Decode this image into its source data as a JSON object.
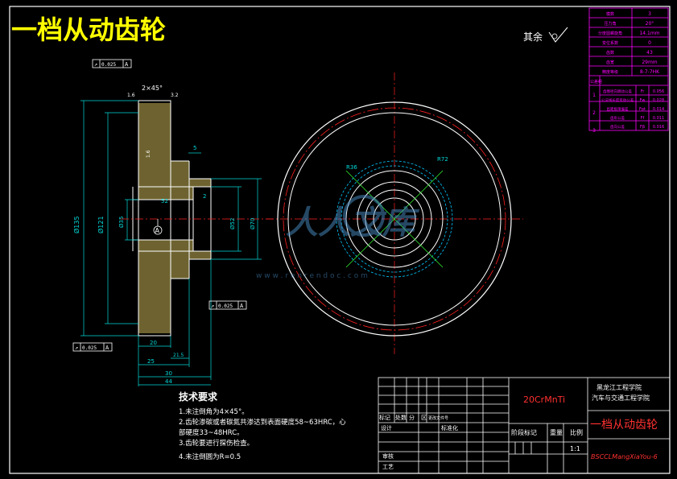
{
  "title": "一档从动齿轮",
  "surface_finish_note": "其余",
  "colors": {
    "background": "#000000",
    "frame": "#ffffff",
    "title": "#ffff00",
    "section": "#c8b458",
    "dimension": "#00d8d8",
    "param_table": "#ff00ff",
    "centerline": "#ff2020",
    "red_text": "#ff3030",
    "green": "#33ff33",
    "cyan_circle": "#00c8ff"
  },
  "params": {
    "rows": [
      {
        "label": "模数",
        "value": "3"
      },
      {
        "label": "压力角",
        "value": "20°"
      },
      {
        "label": "分度圆螺旋角",
        "value": "14.1mm"
      },
      {
        "label": "变位系数",
        "value": "0"
      },
      {
        "label": "齿数",
        "value": "43"
      },
      {
        "label": "齿宽",
        "value": "29mm"
      },
      {
        "label": "精度等级",
        "value": "8-7-7HK"
      }
    ],
    "inspection_header": "公差组",
    "inspection": [
      {
        "group": "1",
        "item": "齿圈径向跳动公差",
        "sym": "Fr",
        "value": "0.056"
      },
      {
        "group": "",
        "item": "公法线长度变动公差",
        "sym": "Fw",
        "value": "0.028"
      },
      {
        "group": "2",
        "item": "齿距极限偏差",
        "sym": "Fpt",
        "value": "0.014"
      },
      {
        "group": "",
        "item": "齿形公差",
        "sym": "Ff",
        "value": "0.011"
      },
      {
        "group": "3",
        "item": "齿向公差",
        "sym": "Fβ",
        "value": "0.016"
      }
    ]
  },
  "dims": {
    "tol_top": "0.025",
    "tol_right": "0.025",
    "tol_bottom": "0.025",
    "datum": "A",
    "chamfer": "2×45°",
    "r_right": "5",
    "d_outer": "Ø135",
    "d_root": "Ø121",
    "d_bore": "Ø35",
    "d_hub": "Ø70",
    "d_spline": "Ø52",
    "len_20": "20",
    "len_25": "25",
    "len_21": "21.5",
    "len_30": "30",
    "len_44": "44",
    "bore_w": "52",
    "small_2": "2",
    "rough_1": "1.6",
    "rough_2": "3.2",
    "rough_3": "1.6",
    "circle_r1": "R36",
    "circle_r2": "R72"
  },
  "tech": {
    "heading": "技术要求",
    "lines": [
      "1.未注倒角为4×45°。",
      "2.齿轮渗碳或者碳氮共渗达到表面硬度58~63HRC，心",
      "部硬度33~48HRC。",
      "3.齿轮要进行探伤检查。",
      "4.未注倒圆为R=0.5"
    ]
  },
  "title_block": {
    "material": "20CrMnTi",
    "school_1": "黑龙江工程学院",
    "school_2": "汽车与交通工程学院",
    "part_name": "一档从动齿轮",
    "drawing_no": "BSCCLMangXiaYou-6",
    "scale": "1:1",
    "labels": {
      "mark": "标记",
      "count": "处数",
      "zone": "分",
      "change": "区",
      "doc": "更改文件号",
      "design": "设计",
      "standard": "标准化",
      "stage": "阶段标记",
      "weight": "重量",
      "ratio": "比例",
      "review": "审核",
      "process": "工艺"
    }
  },
  "watermark": {
    "text_1": "人人文库",
    "text_2": "w w w . r e n r e n d o c . c o m"
  }
}
